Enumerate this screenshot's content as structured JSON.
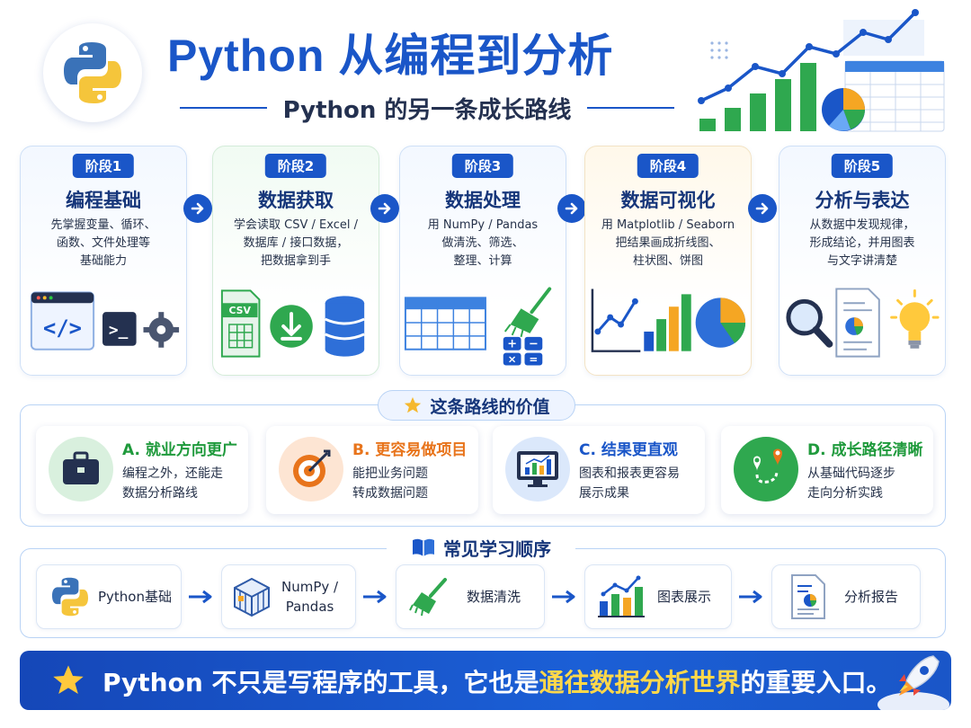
{
  "header": {
    "title": "Python 从编程到分析",
    "subtitle": "Python 的另一条成长路线"
  },
  "stages": [
    {
      "badge": "阶段1",
      "title": "编程基础",
      "desc": [
        "先掌握变量、循环、",
        "函数、文件处理等",
        "基础能力"
      ],
      "icons": [
        "code-window-icon",
        "terminal-icon",
        "gear-icon"
      ]
    },
    {
      "badge": "阶段2",
      "title": "数据获取",
      "desc": [
        "学会读取 CSV / Excel /",
        "数据库 / 接口数据，",
        "把数据拿到手"
      ],
      "icons": [
        "csv-file-icon",
        "download-icon",
        "database-icon"
      ]
    },
    {
      "badge": "阶段3",
      "title": "数据处理",
      "desc": [
        "用 NumPy / Pandas",
        "做清洗、筛选、",
        "整理、计算"
      ],
      "icons": [
        "table-icon",
        "broom-icon",
        "calculator-icon"
      ]
    },
    {
      "badge": "阶段4",
      "title": "数据可视化",
      "desc": [
        "用 Matplotlib / Seaborn",
        "把结果画成折线图、",
        "柱状图、饼图"
      ],
      "icons": [
        "line-chart-icon",
        "bar-chart-icon",
        "pie-chart-icon"
      ]
    },
    {
      "badge": "阶段5",
      "title": "分析与表达",
      "desc": [
        "从数据中发现规律，",
        "形成结论，并用图表",
        "与文字讲清楚"
      ],
      "icons": [
        "magnifier-icon",
        "report-icon",
        "lightbulb-icon"
      ]
    }
  ],
  "values": {
    "heading": "这条路线的价值",
    "items": [
      {
        "title": "A. 就业方向更广",
        "desc": [
          "编程之外，还能走",
          "数据分析路线"
        ],
        "color": "#1f9a3c",
        "icon": "briefcase-icon"
      },
      {
        "title": "B. 更容易做项目",
        "desc": [
          "能把业务问题",
          "转成数据问题"
        ],
        "color": "#e8741b",
        "icon": "target-icon"
      },
      {
        "title": "C. 结果更直观",
        "desc": [
          "图表和报表更容易",
          "展示成果"
        ],
        "color": "#1a56c8",
        "icon": "monitor-chart-icon"
      },
      {
        "title": "D. 成长路径清晰",
        "desc": [
          "从基础代码逐步",
          "走向分析实践"
        ],
        "color": "#1f9a3c",
        "icon": "route-icon"
      }
    ]
  },
  "order": {
    "heading": "常见学习顺序",
    "steps": [
      {
        "label": "Python基础",
        "icon": "python-icon"
      },
      {
        "label": "NumPy /\nPandas",
        "icon": "cube-icon"
      },
      {
        "label": "数据清洗",
        "icon": "broom-icon"
      },
      {
        "label": "图表展示",
        "icon": "bar-chart-icon"
      },
      {
        "label": "分析报告",
        "icon": "report-icon"
      }
    ]
  },
  "banner": {
    "part1": "Python 不只是写程序的工具，它也是",
    "highlight": "通往数据分析世界",
    "part2": "的重要入口。"
  },
  "colors": {
    "primary": "#1a56c8",
    "green": "#1f9a3c",
    "orange": "#e8741b",
    "yellow": "#ffd84a"
  }
}
